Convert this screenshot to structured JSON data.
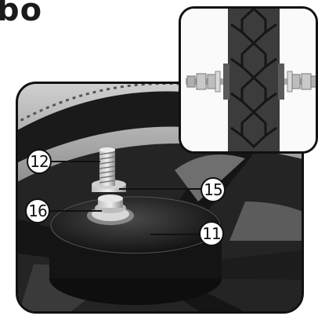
{
  "header": {
    "title": "bo"
  },
  "callouts": {
    "c12": "12",
    "c15": "15",
    "c16": "16",
    "c11": "11"
  }
}
